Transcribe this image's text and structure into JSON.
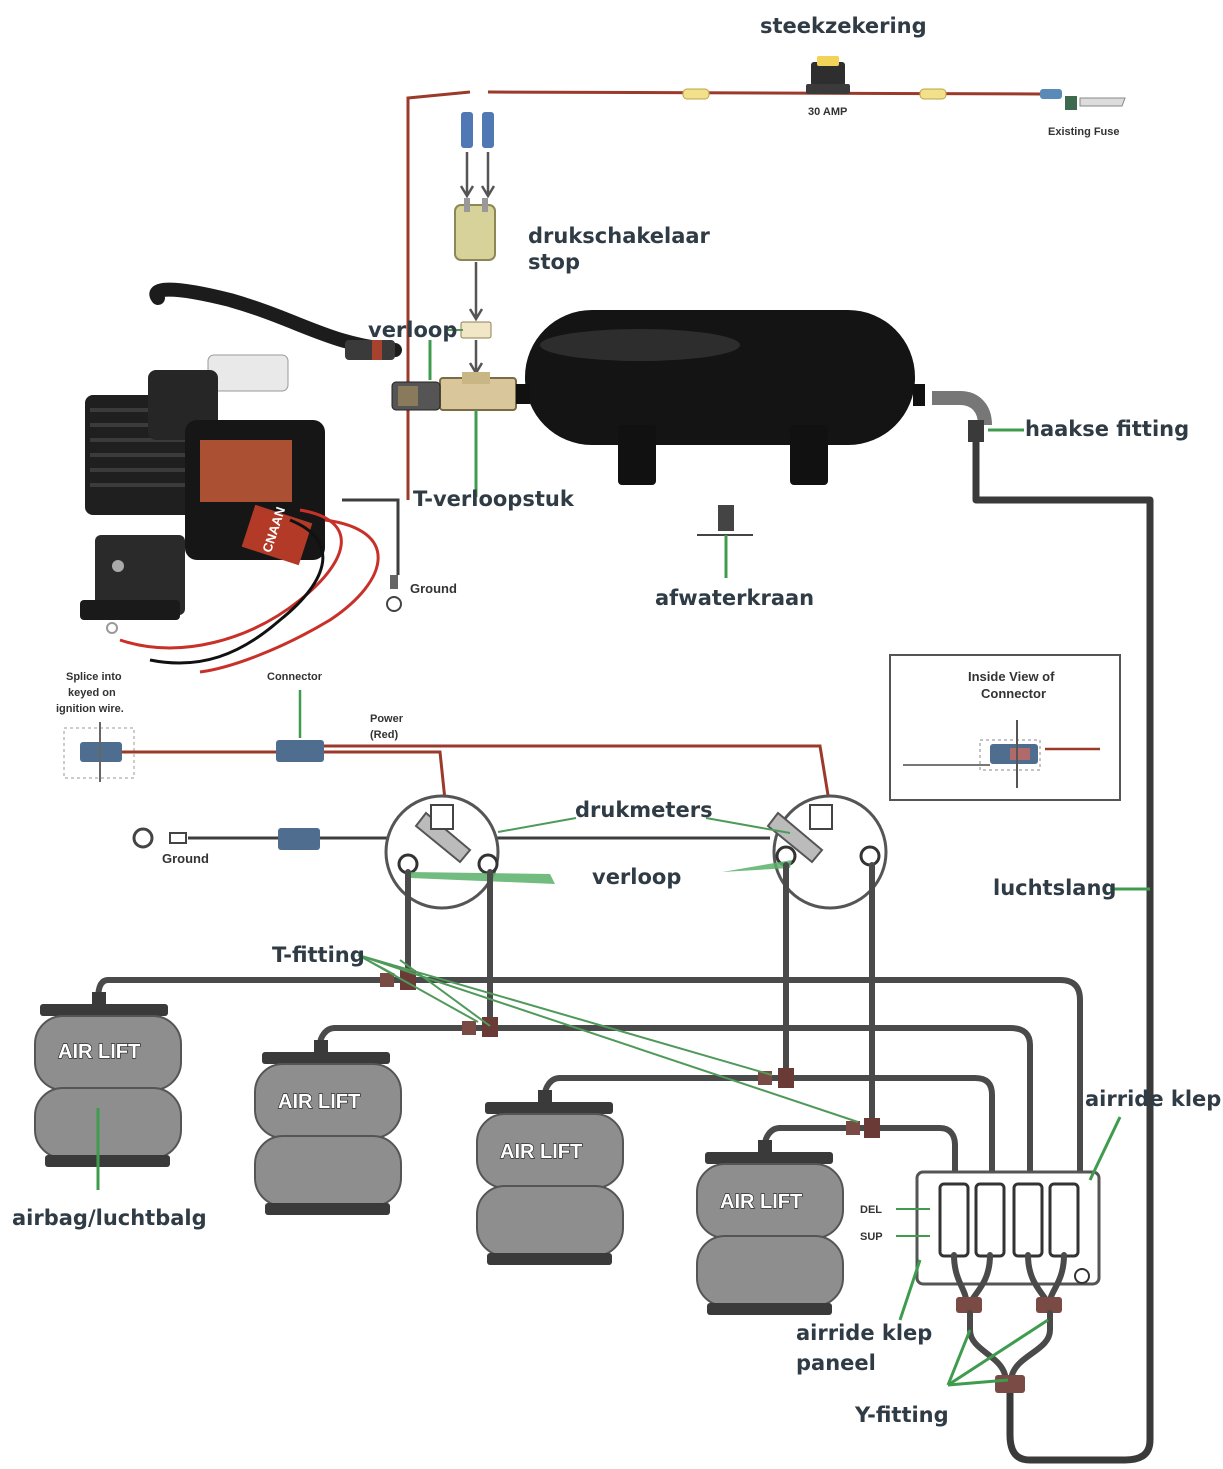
{
  "labels": {
    "steekzekering": "steekzekering",
    "amp": "30 AMP",
    "existing_fuse": "Existing Fuse",
    "drukschakelaar_1": "drukschakelaar",
    "drukschakelaar_2": "stop",
    "verloop_top": "verloop",
    "haakse_fitting": "haakse fitting",
    "t_verloopstuk": "T-verloopstuk",
    "ground_top": "Ground",
    "afwaterkraan": "afwaterkraan",
    "splice_1": "Splice into",
    "splice_2": "keyed on",
    "splice_3": "ignition wire.",
    "connector": "Connector",
    "power_1": "Power",
    "power_2": "(Red)",
    "inside_view_1": "Inside View of",
    "inside_view_2": "Connector",
    "drukmeters": "drukmeters",
    "ground_mid": "Ground",
    "verloop_mid": "verloop",
    "luchtslang": "luchtslang",
    "t_fitting": "T-fitting",
    "airride_klep": "airride klep",
    "airbag_label": "airbag/luchtbalg",
    "del": "DEL",
    "sup": "SUP",
    "airride_klep_paneel_1": "airride klep",
    "airride_klep_paneel_2": "paneel",
    "y_fitting": "Y-fitting",
    "brand": "CNAAN",
    "air_lift": "AIR LIFT"
  },
  "colors": {
    "hose": "#4a4a4a",
    "power_wire": "#9b3a2a",
    "ground_wire": "#3d3d3d",
    "annotation": "#3f9c4f",
    "connector": "#4f6d8f",
    "tank": "#141414",
    "airbag": "#8e8e8e"
  },
  "icons": [
    "fuse-icon",
    "spade-connector-icon",
    "pressure-switch-icon",
    "air-tank-icon",
    "compressor-icon",
    "drain-valve-icon",
    "pressure-gauge-icon",
    "air-spring-icon",
    "valve-panel-icon",
    "ground-ring-icon"
  ]
}
